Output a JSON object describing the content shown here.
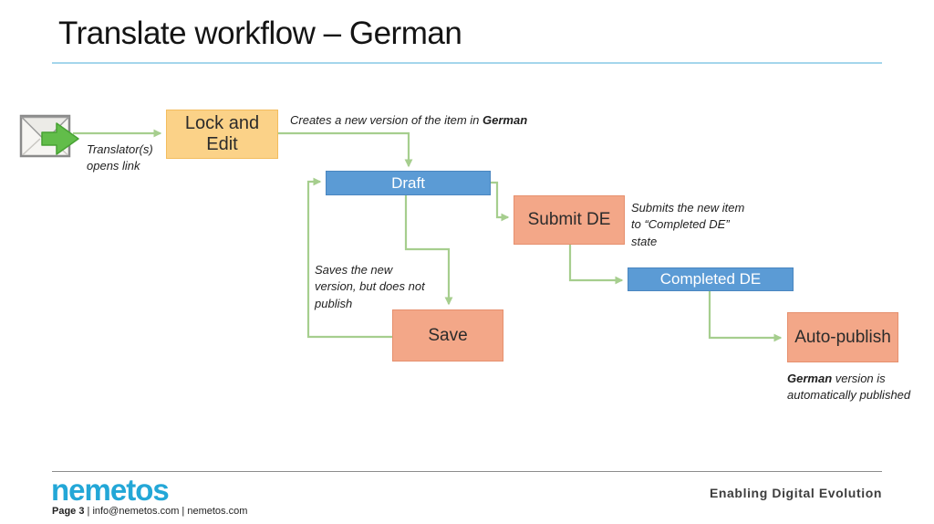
{
  "slide": {
    "title": "Translate workflow – German"
  },
  "workflow": {
    "nodes": [
      {
        "label": "Lock and Edit",
        "style": "gold"
      },
      {
        "label": "Draft",
        "style": "blue"
      },
      {
        "label": "Submit DE",
        "style": "salmon"
      },
      {
        "label": "Completed DE",
        "style": "blue"
      },
      {
        "label": "Save",
        "style": "salmon"
      },
      {
        "label": "Auto-publish",
        "style": "salmon"
      }
    ],
    "annotations": {
      "translator": "Translator(s)\nopens link",
      "creates_pre": "Creates a new version of the item in ",
      "creates_bold": "German",
      "submits": "Submits the new item\nto “Completed DE”\nstate",
      "saves": "Saves the new\nversion, but does not\npublish",
      "published_bold": "German",
      "published_rest": " version is\nautomatically published"
    },
    "email_icon": "email-with-green-arrow-icon"
  },
  "footer": {
    "logo": "nemetos",
    "page_label": "Page 3",
    "contact": " | info@nemetos.com | nemetos.com",
    "tagline": "Enabling Digital Evolution"
  },
  "colors": {
    "title_rule": "#a4d6ec",
    "connector": "#a6ce8e",
    "blue_fill": "#5b9bd5",
    "blue_border": "#4a86c0",
    "salmon_fill": "#f3a788",
    "salmon_border": "#e6906e",
    "gold_fill": "#fbd288",
    "gold_border": "#f3bd5e",
    "logo": "#23a7d7",
    "tagline": "#3d3d3d",
    "footer_rule": "#8c8c8c",
    "arrow_green_fill": "#62bd4a",
    "arrow_green_border": "#47a233"
  }
}
